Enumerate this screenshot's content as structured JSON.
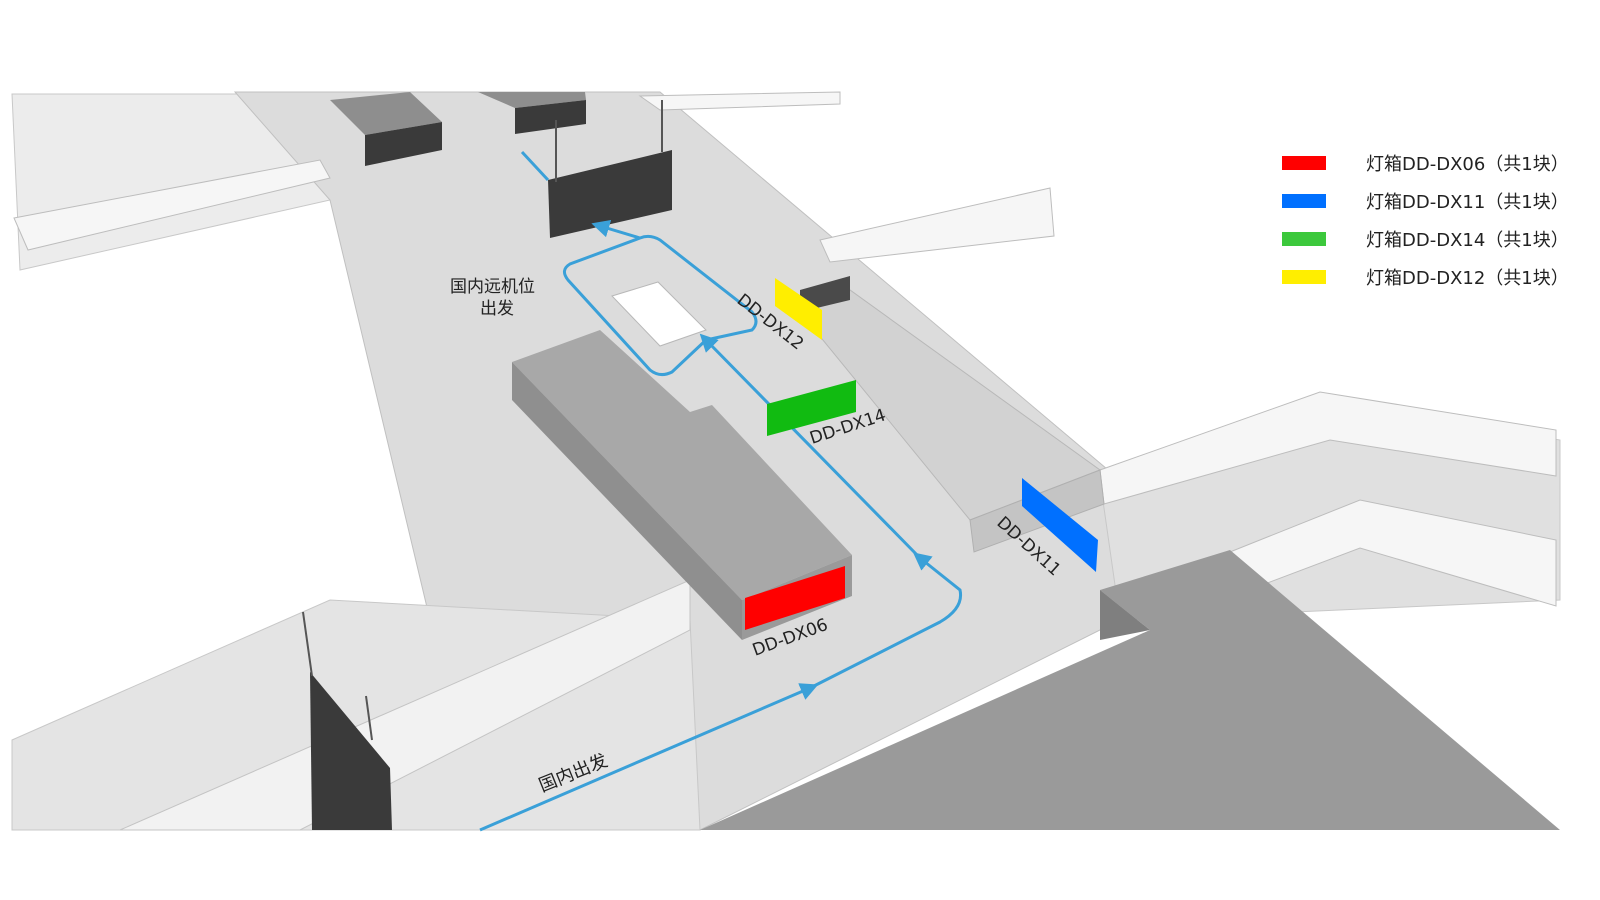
{
  "colors": {
    "floor": "#dcdcdc",
    "wall": "#f4f4f4",
    "block_top": "#a8a8a8",
    "block_side": "#8f8f8f",
    "dark": "#3a3a3a",
    "route": "#3aa0d8"
  },
  "legend": [
    {
      "label": "灯箱DD-DX06（共1块）",
      "color": "#ff0000"
    },
    {
      "label": "灯箱DD-DX11（共1块）",
      "color": "#0070ff"
    },
    {
      "label": "灯箱DD-DX14（共1块）",
      "color": "#3cc83c"
    },
    {
      "label": "灯箱DD-DX12（共1块）",
      "color": "#ffee00"
    }
  ],
  "signs": {
    "dx06": {
      "label": "DD-DX06",
      "color": "#ff0000"
    },
    "dx11": {
      "label": "DD-DX11",
      "color": "#0070ff"
    },
    "dx14": {
      "label": "DD-DX14",
      "color": "#11bb11"
    },
    "dx12": {
      "label": "DD-DX12",
      "color": "#ffee00"
    }
  },
  "areas": {
    "remote_line1": "国内远机位",
    "remote_line2": "出发",
    "domestic_departure": "国内出发"
  }
}
